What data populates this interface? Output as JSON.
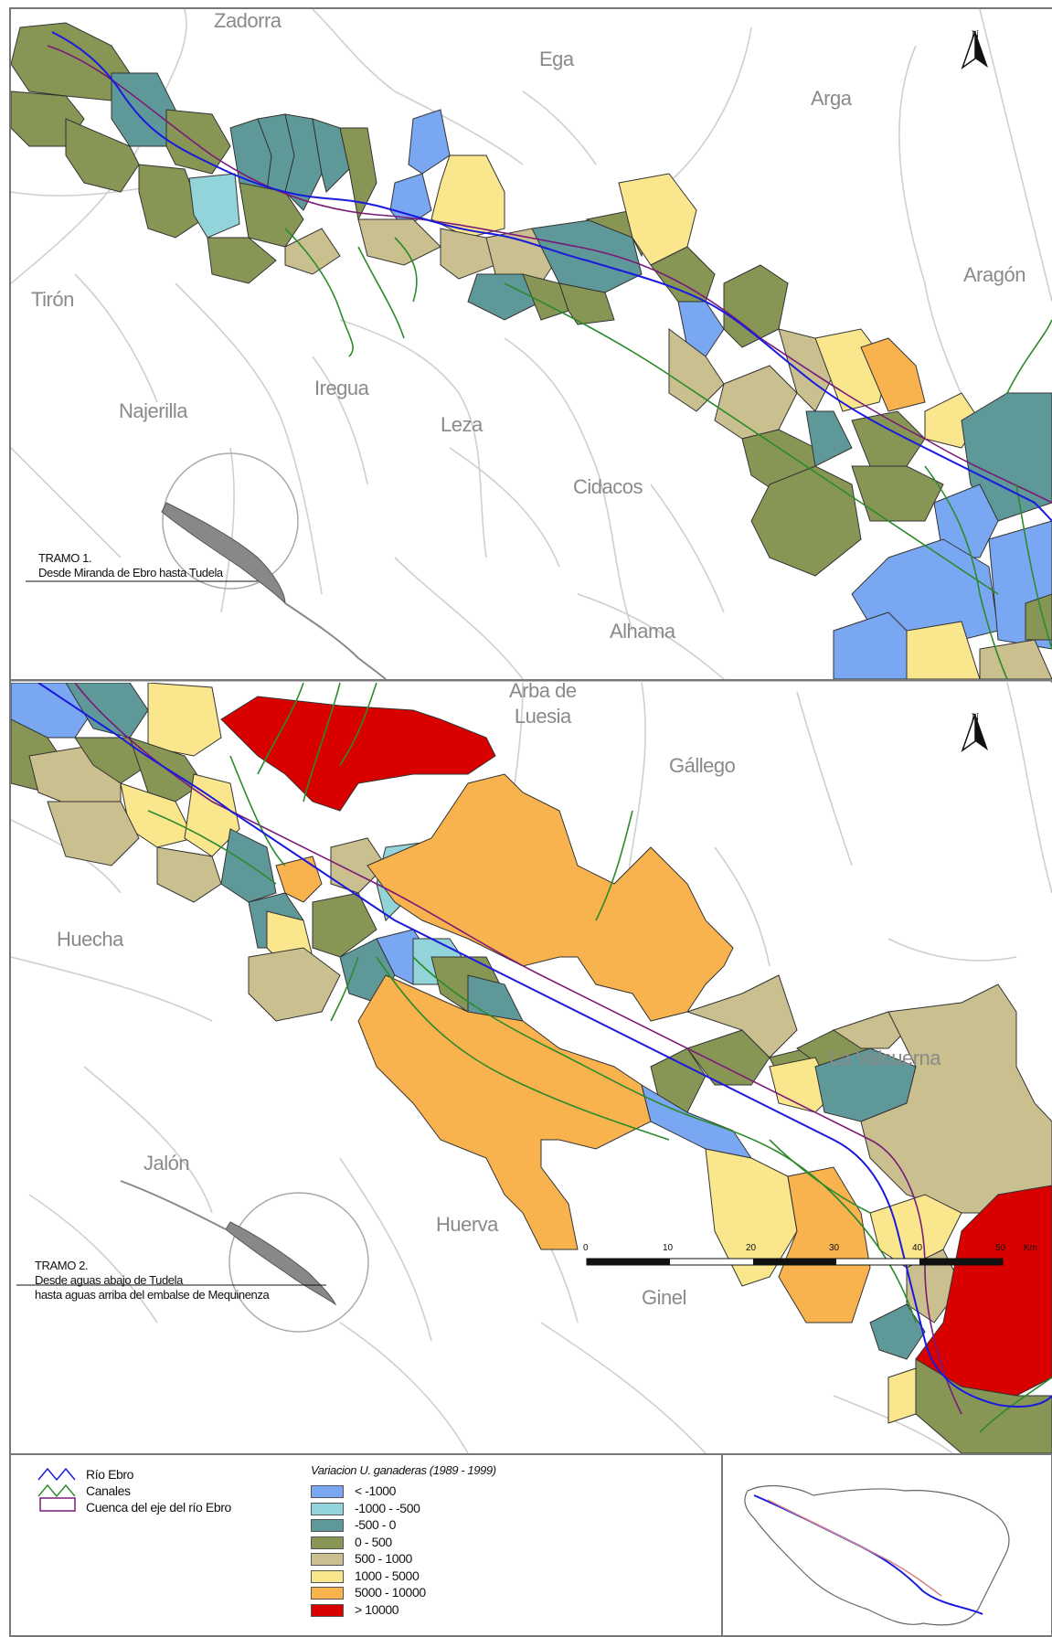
{
  "colors": {
    "less_than_minus_1000": "#7aa7f2",
    "minus_1000_to_minus_500": "#93d3da",
    "minus_500_to_0": "#5f9898",
    "zero_to_500": "#879655",
    "500_to_1000": "#c9bf8f",
    "1000_to_5000": "#f9e68d",
    "5000_to_10000": "#f8b24e",
    "greater_than_10000": "#d90000",
    "ebro_river": "#1a1adf",
    "canals": "#2c8b2c",
    "basin_outline": "#7a1a78",
    "tributaries": "#cfcfcf"
  },
  "panel1": {
    "rivers": [
      "Zadorra",
      "Ega",
      "Arga",
      "Aragón",
      "Tirón",
      "Iregua",
      "Najerilla",
      "Leza",
      "Cidacos",
      "Alhama"
    ],
    "tramo_title": "TRAMO 1.",
    "tramo_desc": "Desde Miranda de Ebro hasta Tudela",
    "north": "N"
  },
  "panel2": {
    "rivers": [
      "Arba de",
      "Luesia",
      "Gállego",
      "Huecha",
      "La Valcuerna",
      "Jalón",
      "Huerva",
      "Ginel"
    ],
    "tramo_title": "TRAMO 2.",
    "tramo_desc_1": "Desde aguas abajo de Tudela",
    "tramo_desc_2": "hasta aguas arriba del embalse de Mequinenza",
    "north": "N",
    "scale_ticks": [
      "0",
      "10",
      "20",
      "30",
      "40",
      "50"
    ],
    "scale_unit": "Km"
  },
  "legend": {
    "line_items": [
      "Río Ebro",
      "Canales",
      "Cuenca del eje del río Ebro"
    ],
    "classes_title": "Variacion U. ganaderas (1989 - 1999)",
    "classes": [
      "<  -1000",
      "-1000 - -500",
      "-500 - 0",
      "0 - 500",
      "500 - 1000",
      "1000 - 5000",
      "5000 - 10000",
      "> 10000"
    ]
  }
}
